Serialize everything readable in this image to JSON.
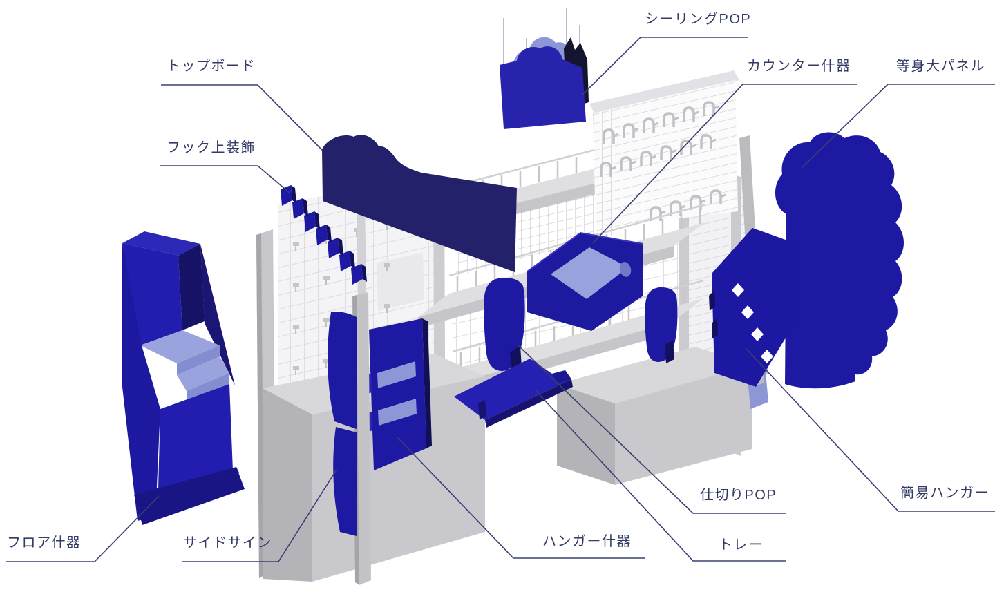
{
  "diagram": {
    "type": "annotated-fixture-diagram",
    "labels": [
      {
        "id": "ceiling-pop",
        "text": "シーリングPOP"
      },
      {
        "id": "top-board",
        "text": "トップボード"
      },
      {
        "id": "hook-decoration",
        "text": "フック上装飾"
      },
      {
        "id": "counter-fixture",
        "text": "カウンター什器"
      },
      {
        "id": "life-size-panel",
        "text": "等身大パネル"
      },
      {
        "id": "floor-fixture",
        "text": "フロア什器"
      },
      {
        "id": "side-sign",
        "text": "サイドサイン"
      },
      {
        "id": "hanger-fixture",
        "text": "ハンガー什器"
      },
      {
        "id": "divider-pop",
        "text": "仕切りPOP"
      },
      {
        "id": "tray",
        "text": "トレー"
      },
      {
        "id": "simple-hanger",
        "text": "簡易ハンガー"
      }
    ],
    "colors": {
      "background": "#ffffff",
      "leader_line": "#39406e",
      "label_text": "#333a66",
      "primary_blue": "#1d19a3",
      "dark_navy": "#232169",
      "accent_navy": "#14142e",
      "light_blue": "#8e97d6",
      "gray_light": "#dfdfe2",
      "gray_mid": "#c9c9cd",
      "gray_dark": "#b4b4b8"
    }
  }
}
